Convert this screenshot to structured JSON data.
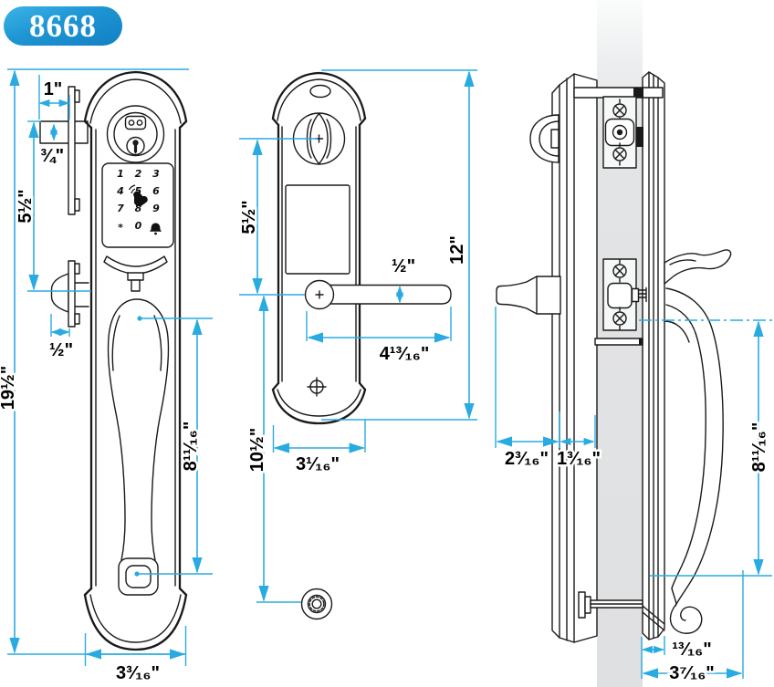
{
  "badge": {
    "model": "8668",
    "bg_top": "#3CB4E7",
    "bg_bottom": "#1180C4",
    "text_color": "#FFFFFF"
  },
  "colors": {
    "dimension_blue": "#29ABE2",
    "line_black": "#1A1A1A",
    "door_gray": "#E2E3E5"
  },
  "views": {
    "exterior": {
      "keypad_keys": [
        "1",
        "2",
        "3",
        "4",
        "5",
        "6",
        "7",
        "8",
        "9",
        "*",
        "0"
      ],
      "dims": {
        "cylinder_width": "1\"",
        "cylinder_height": "¾\"",
        "cylinder_to_thumbturn": "5½\"",
        "overall_height": "19½\"",
        "thumbturn_projection": "½\"",
        "grip_length": "8¹¹⁄₁₆\"",
        "plate_width": "3³⁄₁₆\""
      }
    },
    "interior": {
      "dims": {
        "thumbturn_to_lever": "5½\"",
        "lever_to_cylinder": "10½\"",
        "lever_thickness": "½\"",
        "lever_length": "4¹³⁄₁₆\"",
        "plate_height": "12\"",
        "plate_width": "3¹⁄₁₆\""
      }
    },
    "side": {
      "dims": {
        "lever_projection": "2³⁄₁₆\"",
        "trim_projection": "1³⁄₁₆\"",
        "grip_height": "8¹¹⁄₁₆\"",
        "foot_projection": "¹³⁄₁₆\"",
        "overall_projection": "3⁷⁄₁₆\""
      }
    }
  }
}
